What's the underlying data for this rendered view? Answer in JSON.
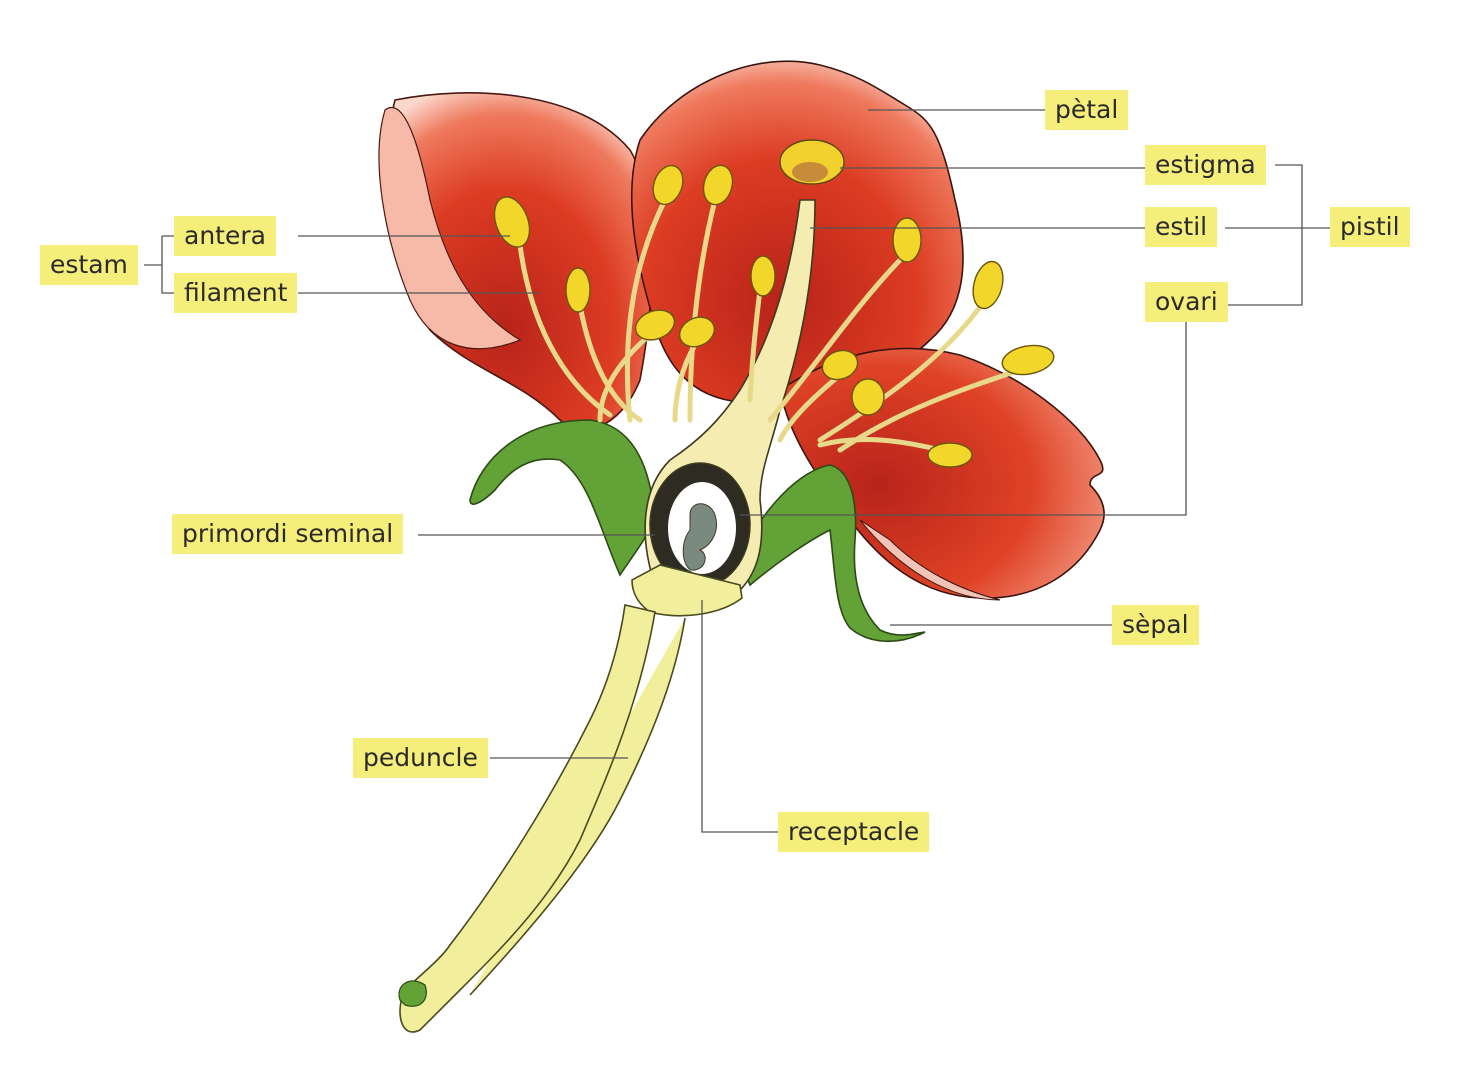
{
  "labels": {
    "petal": "pètal",
    "stigma": "estigma",
    "style": "estil",
    "pistil": "pistil",
    "ovary": "ovari",
    "stamen": "estam",
    "anther": "antera",
    "filament": "filament",
    "ovule": "primordi seminal",
    "sepal": "sèpal",
    "peduncle": "peduncle",
    "receptacle": "receptacle"
  },
  "colors": {
    "label_bg": "#f6ee7a",
    "petal": "#d83a22",
    "sepal": "#5f9e33",
    "anther": "#f3d62a",
    "stem": "#f1ef9c"
  }
}
